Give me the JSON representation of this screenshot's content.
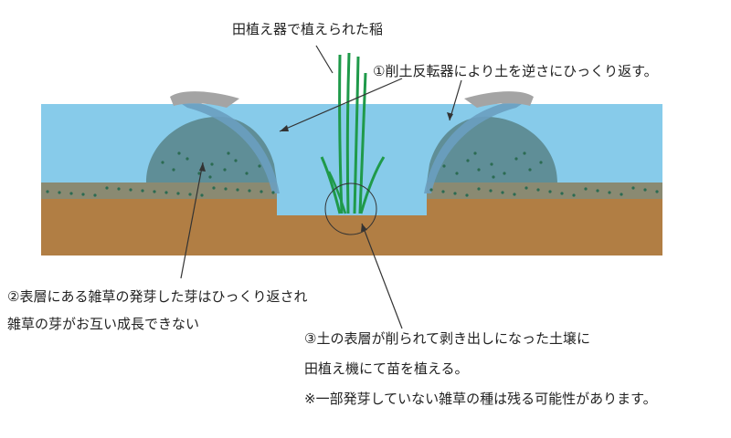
{
  "labels": {
    "rice": "田植え器で植えられた稲",
    "step1": "①削土反転器により土を逆さにひっくり返す。",
    "step2_line1": "②表層にある雑草の発芽した芽はひっくり返され",
    "step2_line2": "雑草の芽がお互い成長できない",
    "step3_line1": "③土の表層が削られて剥き出しになった土壌に",
    "step3_line2": "田植え機にて苗を植える。",
    "step3_note": "※一部発芽していない雑草の種は残る可能性があります。"
  },
  "colors": {
    "water": "#87cbea",
    "soil": "#b17e44",
    "topsoil_layer": "#8a8a72",
    "flipped_soil": "#5f8e97",
    "blade": "#6a9ec0",
    "blade_tip": "#a4a4a4",
    "weed_seed": "#2b6b52",
    "rice_plant": "#1f9a4a",
    "pointer_line": "#333333"
  }
}
